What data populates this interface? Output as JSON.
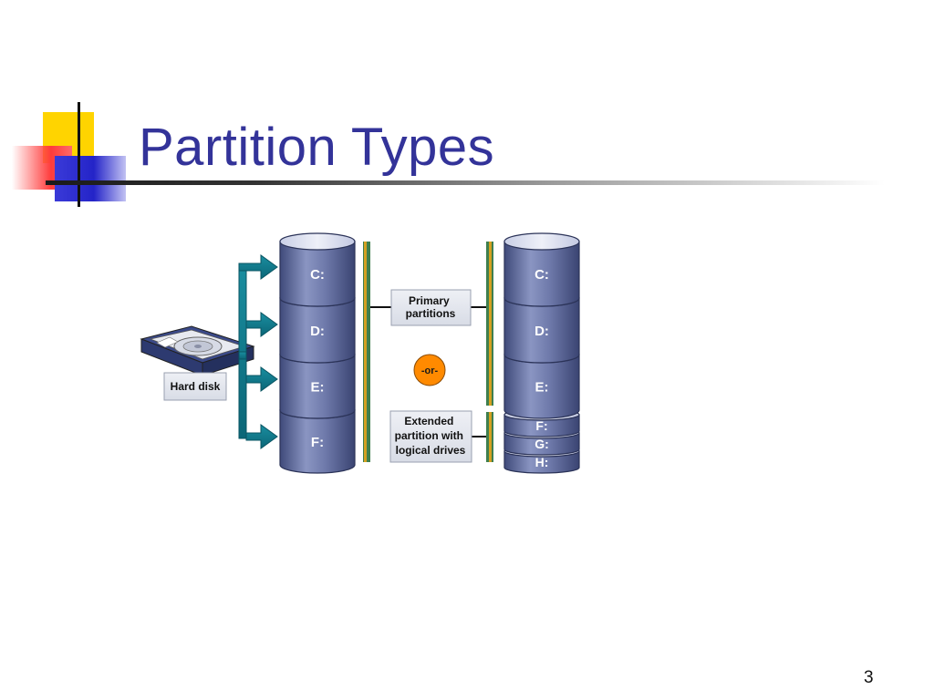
{
  "slide": {
    "title": "Partition Types",
    "page_number": "3"
  },
  "diagram": {
    "hard_disk_label": "Hard disk",
    "left_drives": [
      "C:",
      "D:",
      "E:",
      "F:"
    ],
    "right_drives_primary": [
      "C:",
      "D:",
      "E:"
    ],
    "right_drives_logical": [
      "F:",
      "G:",
      "H:"
    ],
    "primary_label": [
      "Primary",
      "partitions"
    ],
    "or_label": "-or-",
    "extended_label": [
      "Extended",
      "partition with",
      "logical drives"
    ]
  },
  "colors": {
    "title": "#333399",
    "cylinder": "#5d6a9e",
    "arrow": "#0f7a8c",
    "or_badge": "#ff8a00",
    "bracket_gold": "#d4a020",
    "bracket_green": "#3f7f4e"
  }
}
